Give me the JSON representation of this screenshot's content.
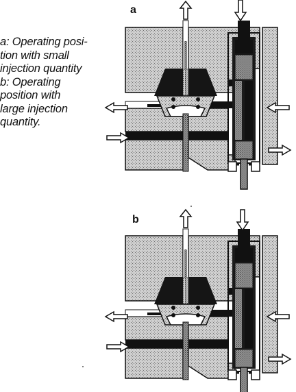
{
  "caption": {
    "lines": [
      "a: Operating posi-",
      "tion with small",
      "injection quantity",
      "b: Operating",
      "position with",
      "large injection",
      "quantity."
    ]
  },
  "panels": [
    {
      "label": "a",
      "plunger_position": "small injection quantity"
    },
    {
      "label": "b",
      "plunger_position": "large injection quantity"
    }
  ],
  "colors": {
    "ink": "#111111",
    "stipple_bg": "#cfcfcf",
    "stipple_dot": "#6d6d6d"
  }
}
